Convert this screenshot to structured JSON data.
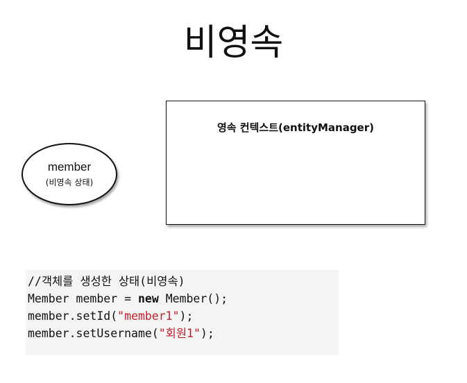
{
  "title": "비영속",
  "entity": {
    "name": "member",
    "state": "(비영속 상태)"
  },
  "persistence_context": {
    "label": "영속 컨텍스트(entityManager)"
  },
  "code": {
    "comment": "//객체를 생성한 상태(비영속)",
    "line2": {
      "prefix": "Member member = ",
      "keyword": "new",
      "suffix": " Member();"
    },
    "line3": {
      "prefix": "member.setId(",
      "string": "\"member1\"",
      "suffix": ");"
    },
    "line4": {
      "prefix": "member.setUsername(",
      "string": "\"회원1\"",
      "suffix": ");"
    }
  },
  "colors": {
    "string": "#c21f2a",
    "code_background": "#f4f4f4"
  }
}
